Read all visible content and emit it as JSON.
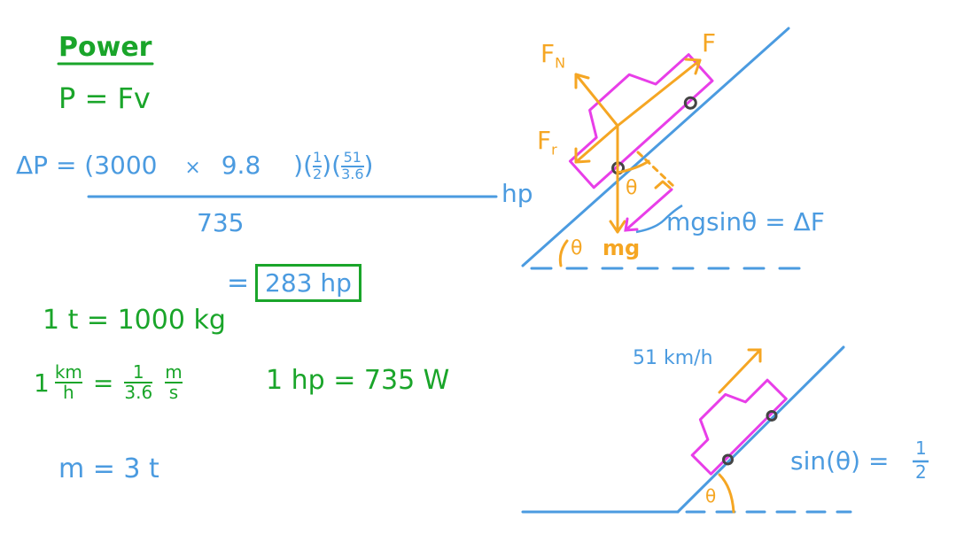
{
  "title": "Power",
  "formula_power": "P = Fv",
  "delta_p": {
    "lhs": "ΔP = (3000",
    "times": "×",
    "g": "9.8",
    "f1_num": "1",
    "f1_den": "2",
    "f2_num": "51",
    "f2_den": "3.6",
    "denominator": "735",
    "unit_hp": "hp",
    "result_eq": "=",
    "result": "283 hp"
  },
  "conversions": {
    "tonne": "1 t = 1000 kg",
    "kmh_lead": "1",
    "kmh_num": "km",
    "kmh_den": "h",
    "eq": "=",
    "ms_num1": "1",
    "ms_den1": "3.6",
    "ms_num2": "m",
    "ms_den2": "s",
    "hp": "1 hp = 735 W",
    "mass": "m = 3 t"
  },
  "diagram_top": {
    "force_normal": "F",
    "force_normal_sub": "N",
    "force_drive": "F",
    "force_friction": "F",
    "force_friction_sub": "r",
    "weight": "mg",
    "angle_car": "θ",
    "angle_slope": "θ",
    "component_label": "mgsinθ = ΔF"
  },
  "diagram_bottom": {
    "speed": "51 km/h",
    "angle": "θ",
    "sine": "sin(θ) =",
    "sine_num": "1",
    "sine_den": "2"
  },
  "colors": {
    "green": "#1aa52a",
    "blue": "#4b9be0",
    "orange": "#f5a623",
    "magenta": "#e83ee8",
    "dark": "#444444"
  }
}
